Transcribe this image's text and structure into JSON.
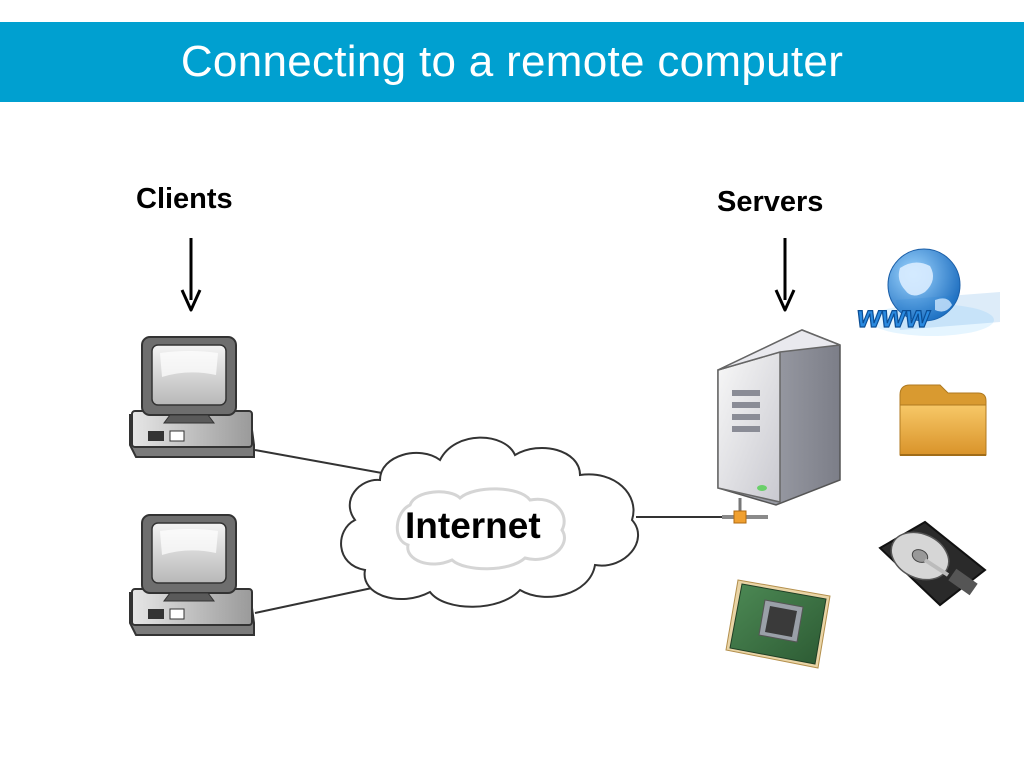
{
  "slide": {
    "title": "Connecting to a remote computer"
  },
  "diagram": {
    "clients_label": "Clients",
    "servers_label": "Servers",
    "network_label": "Internet",
    "icons": [
      "client-computer-icon",
      "client-computer-icon",
      "cloud-icon",
      "server-tower-icon",
      "globe-www-icon",
      "folder-icon",
      "hard-drive-icon",
      "cpu-chip-icon"
    ]
  },
  "colors": {
    "title_bar": "#00a0d0",
    "title_text": "#ffffff",
    "folder": "#e8a83a"
  }
}
